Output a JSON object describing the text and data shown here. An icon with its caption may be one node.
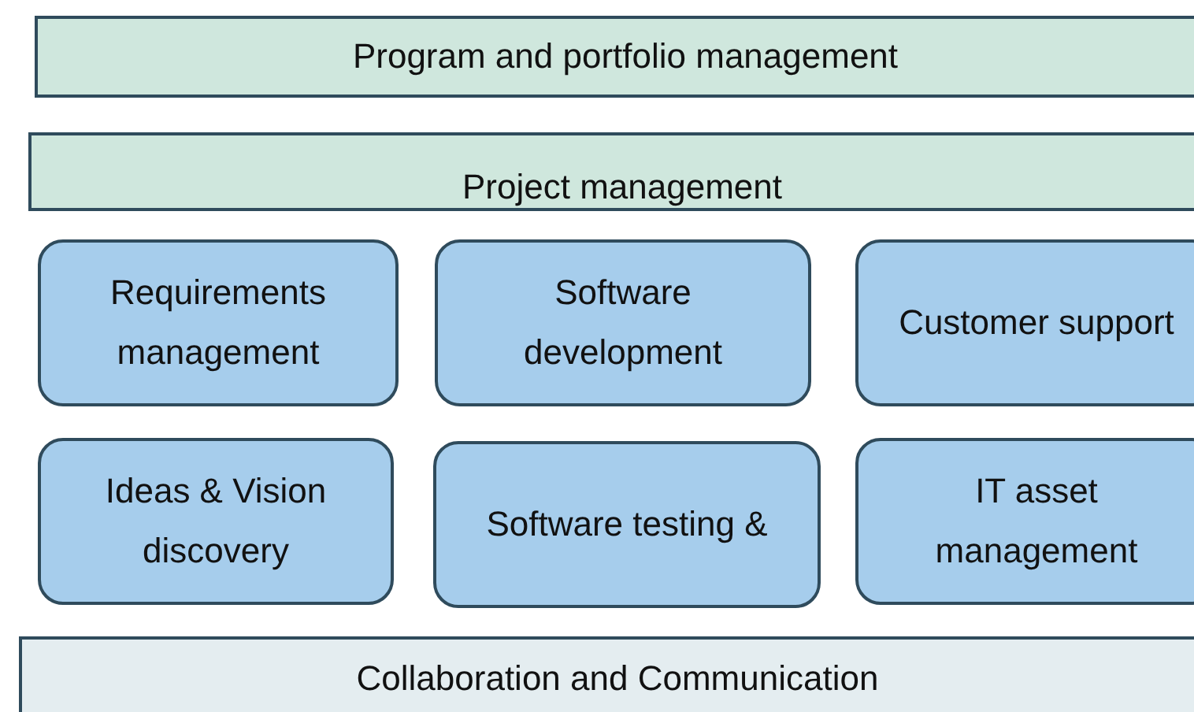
{
  "diagram": {
    "nodes": [
      {
        "text": [
          "Program and portfolio management"
        ]
      },
      {
        "text": [
          "Project management"
        ]
      },
      {
        "text": [
          "Requirements management"
        ]
      },
      {
        "text": [
          "Software development"
        ]
      },
      {
        "text": [
          "Customer support"
        ]
      },
      {
        "text": [
          "Ideas & Vision discovery"
        ]
      },
      {
        "text": [
          "Software testing &"
        ]
      },
      {
        "text": [
          "IT asset management"
        ]
      },
      {
        "text": [
          "Collaboration and Communication"
        ]
      }
    ],
    "edges": []
  }
}
